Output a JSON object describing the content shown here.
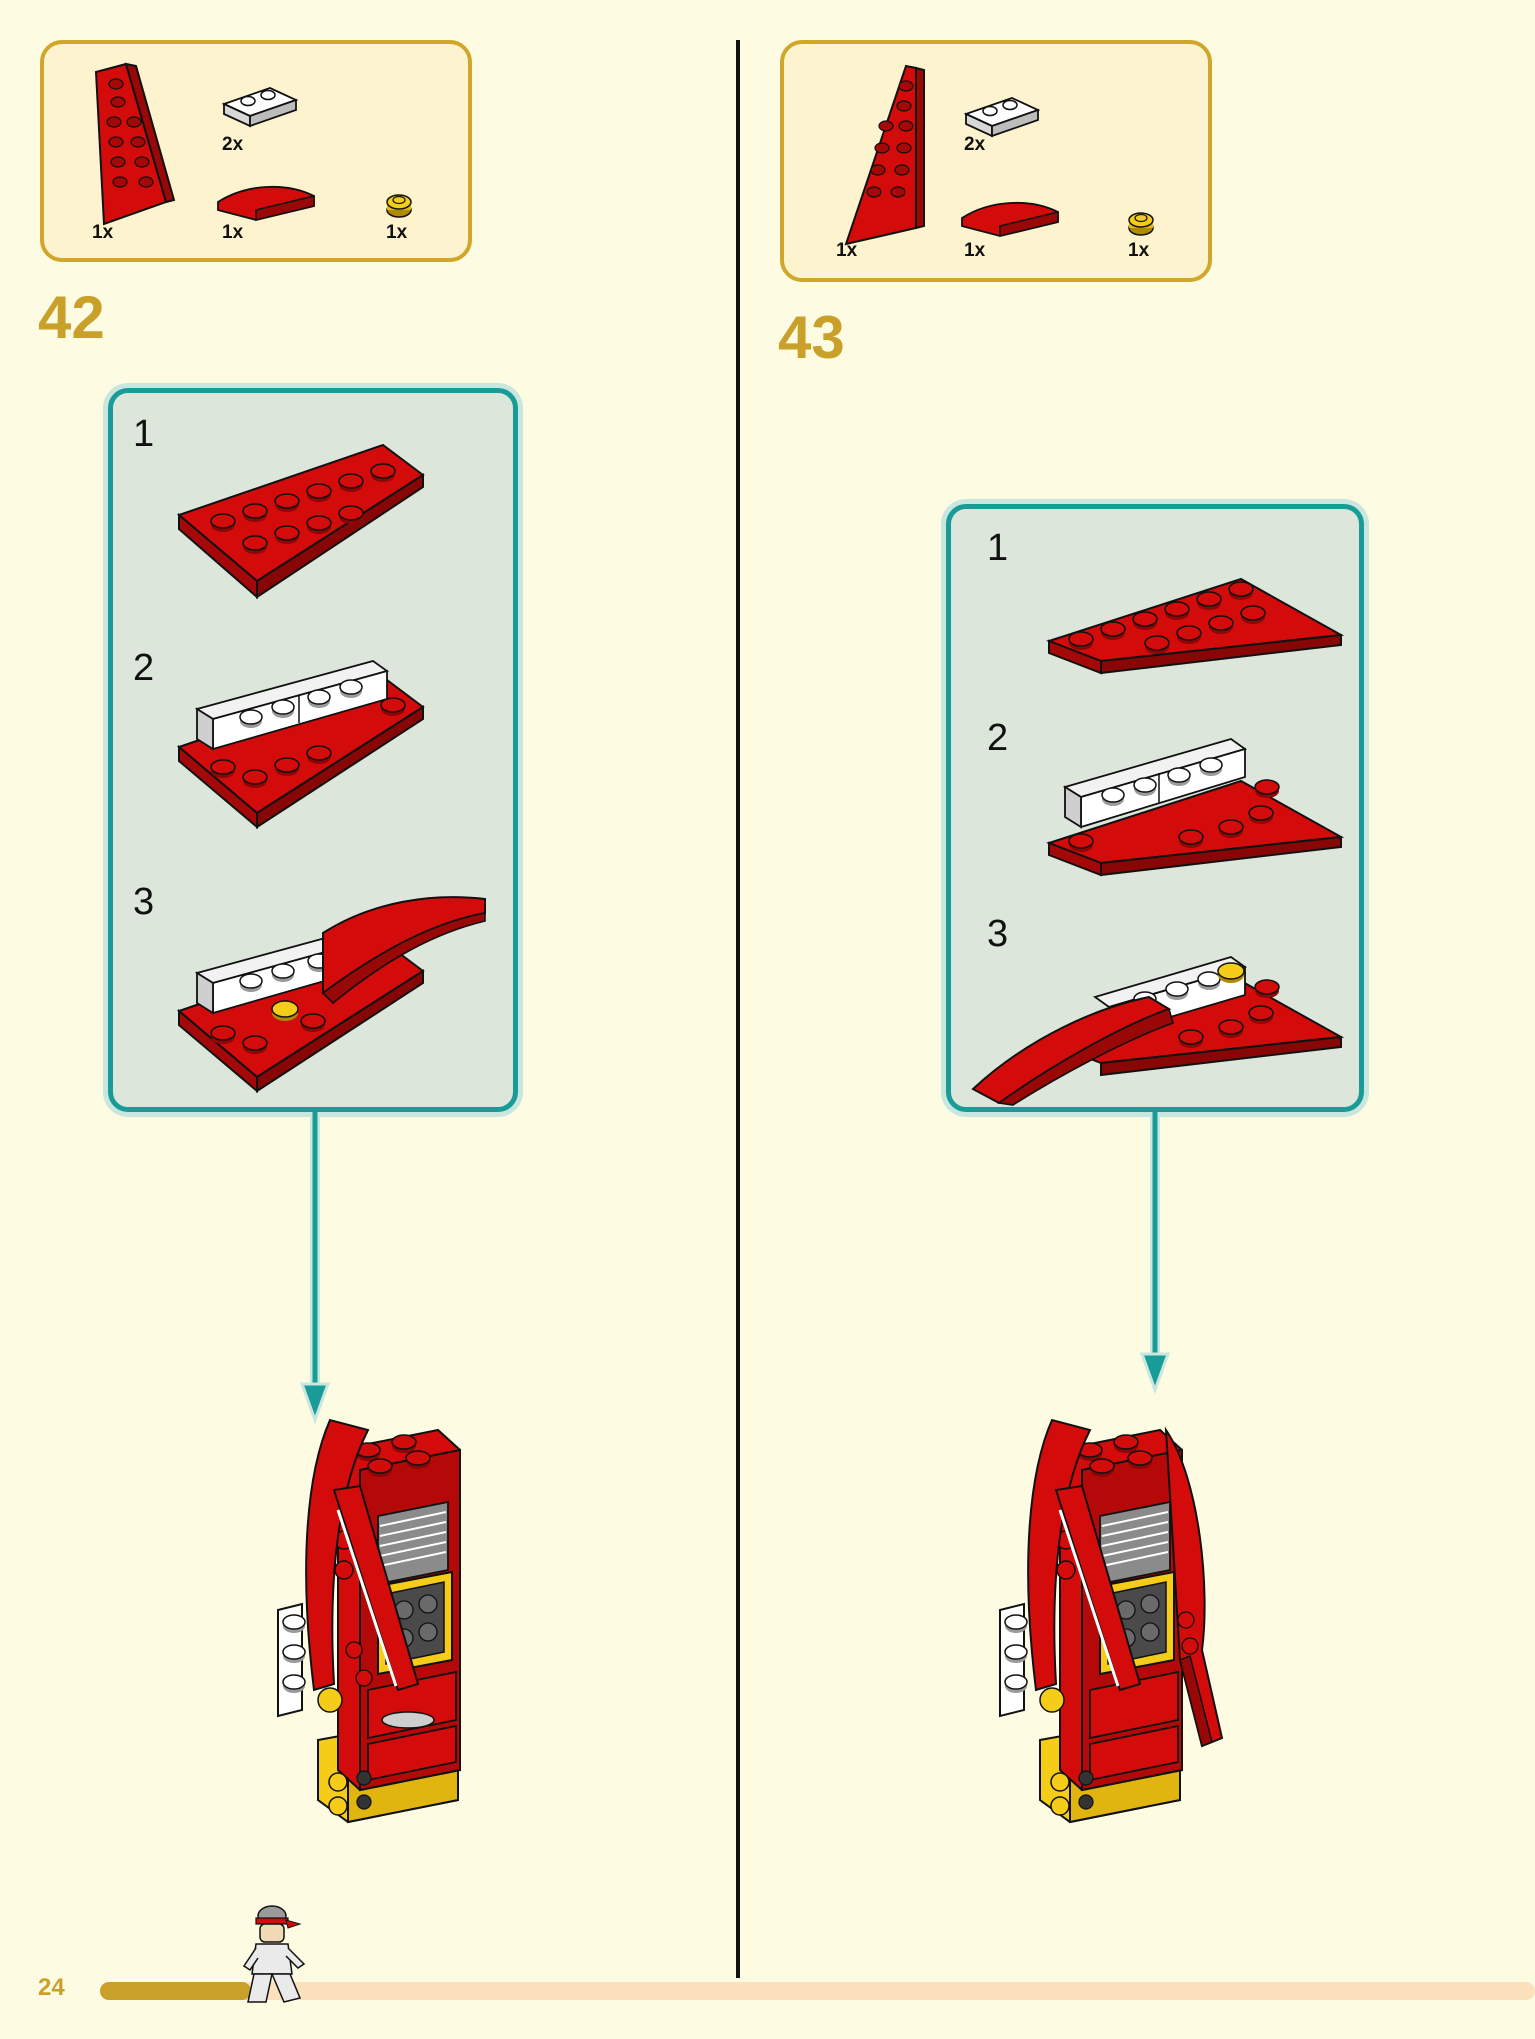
{
  "page": {
    "number": "24",
    "progress": 0.105
  },
  "colors": {
    "background": "#fefbe3",
    "accent_gold": "#c9a12a",
    "callout_teal": "#199c98",
    "callout_bg": "#dde6da",
    "brick_red": "#d40b0b",
    "brick_yellow": "#f5cd18",
    "brick_white": "#ffffff"
  },
  "left": {
    "step_number": "42",
    "parts": [
      {
        "name": "red-wing-plate",
        "qty": "1x"
      },
      {
        "name": "white-plate-1x2-rail",
        "qty": "2x"
      },
      {
        "name": "red-curved-slope",
        "qty": "1x"
      },
      {
        "name": "yellow-round-plate-1x1",
        "qty": "1x"
      }
    ],
    "substeps": [
      "1",
      "2",
      "3"
    ]
  },
  "right": {
    "step_number": "43",
    "parts": [
      {
        "name": "red-wing-plate",
        "qty": "1x"
      },
      {
        "name": "white-plate-1x2-rail",
        "qty": "2x"
      },
      {
        "name": "red-curved-slope",
        "qty": "1x"
      },
      {
        "name": "yellow-round-plate-1x1",
        "qty": "1x"
      }
    ],
    "substeps": [
      "1",
      "2",
      "3"
    ]
  }
}
